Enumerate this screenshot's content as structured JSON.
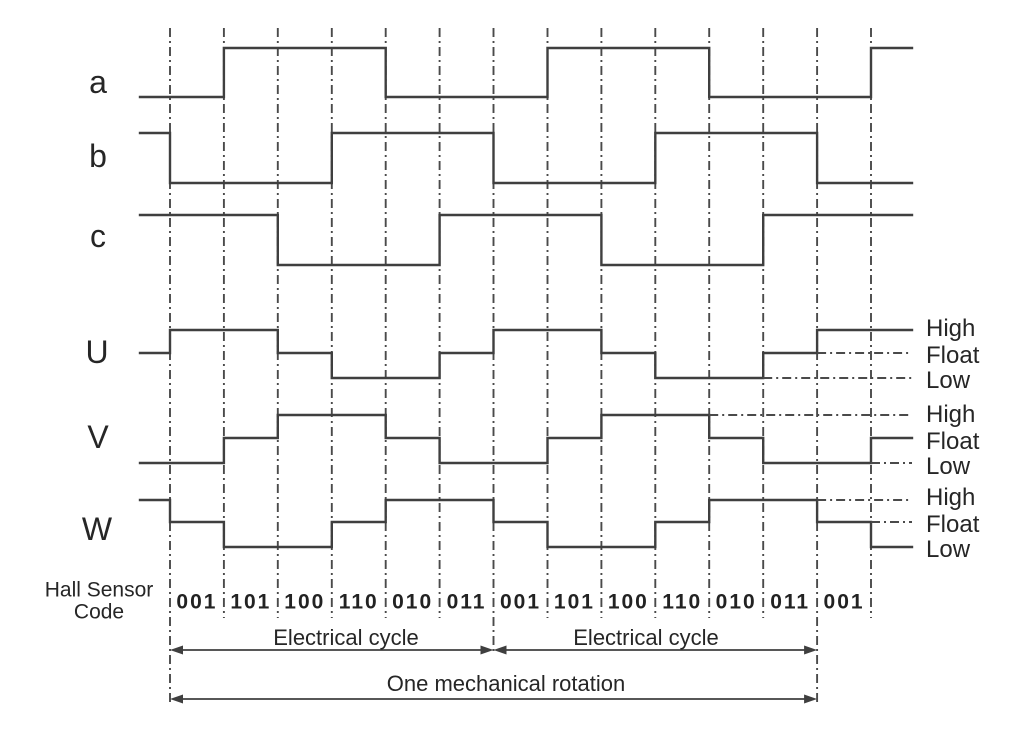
{
  "diagram": {
    "hall_signals": [
      {
        "label": "a",
        "states": [
          0,
          0,
          1,
          1,
          1,
          0,
          0,
          0,
          1,
          1,
          1,
          0,
          0,
          0,
          1
        ]
      },
      {
        "label": "b",
        "states": [
          1,
          0,
          0,
          0,
          1,
          1,
          1,
          0,
          0,
          0,
          1,
          1,
          1,
          0,
          0
        ]
      },
      {
        "label": "c",
        "states": [
          1,
          1,
          1,
          0,
          0,
          0,
          1,
          1,
          1,
          0,
          0,
          0,
          1,
          1,
          1
        ]
      }
    ],
    "drive_signals": [
      {
        "label": "U",
        "states": [
          "F",
          "H",
          "H",
          "F",
          "L",
          "L",
          "F",
          "H",
          "H",
          "F",
          "L",
          "L",
          "F",
          "H",
          "H"
        ]
      },
      {
        "label": "V",
        "states": [
          "L",
          "L",
          "F",
          "H",
          "H",
          "F",
          "L",
          "L",
          "F",
          "H",
          "H",
          "F",
          "L",
          "L",
          "F"
        ]
      },
      {
        "label": "W",
        "states": [
          "H",
          "F",
          "L",
          "L",
          "F",
          "H",
          "H",
          "F",
          "L",
          "L",
          "F",
          "H",
          "H",
          "F",
          "L"
        ]
      }
    ],
    "level_labels": {
      "high": "High",
      "float": "Float",
      "low": "Low"
    },
    "hall_code_row": {
      "label_line1": "Hall Sensor",
      "label_line2": "Code",
      "codes": [
        "001",
        "101",
        "100",
        "110",
        "010",
        "011",
        "001",
        "101",
        "100",
        "110",
        "010",
        "011",
        "001"
      ]
    },
    "annotations": {
      "electrical_cycle": "Electrical cycle",
      "mechanical_rotation": "One mechanical rotation"
    },
    "colors": {
      "line": "#3f3f3f",
      "grid": "#4a4a4a",
      "text": "#262626",
      "background": "#ffffff"
    }
  }
}
